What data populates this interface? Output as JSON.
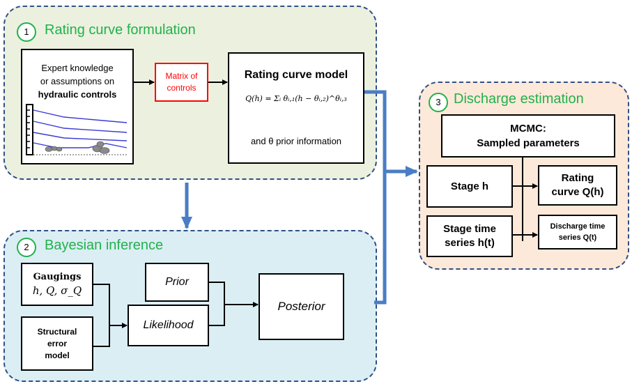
{
  "panel1": {
    "number": "1",
    "title": "Rating curve formulation",
    "expert_line1": "Expert knowledge",
    "expert_line2": "or assumptions on",
    "expert_line3": "hydraulic controls",
    "matrix_line1": "Matrix of",
    "matrix_line2": "controls",
    "model_title": "Rating curve model",
    "formula": "Q(h) = Σᵢ θᵢ,₁(h − θᵢ,₂)^θᵢ,₃",
    "prior_text": "and θ prior information"
  },
  "panel2": {
    "number": "2",
    "title": "Bayesian inference",
    "gaugings_label": "Gaugings",
    "gaugings_vars": "h, Q, σ_Q",
    "structural_line1": "Structural",
    "structural_line2": "error",
    "structural_line3": "model",
    "prior_label": "Prior",
    "likelihood_label": "Likelihood",
    "posterior_label": "Posterior"
  },
  "panel3": {
    "number": "3",
    "title": "Discharge estimation",
    "mcmc_line1": "MCMC:",
    "mcmc_line2": "Sampled parameters",
    "stage_label": "Stage h",
    "stage_ts_line1": "Stage time",
    "stage_ts_line2": "series h(t)",
    "rating_line1": "Rating",
    "rating_line2": "curve Q(h)",
    "discharge_line1": "Discharge time",
    "discharge_line2": "series Q(t)"
  },
  "colors": {
    "panel1_bg": "#ebf1de",
    "panel2_bg": "#dbeef4",
    "panel3_bg": "#fde9d9",
    "border": "#2f4e86",
    "accent_green": "#22b14c",
    "matrix_red": "#ff0000",
    "flow_arrow": "#4a7dc4"
  }
}
